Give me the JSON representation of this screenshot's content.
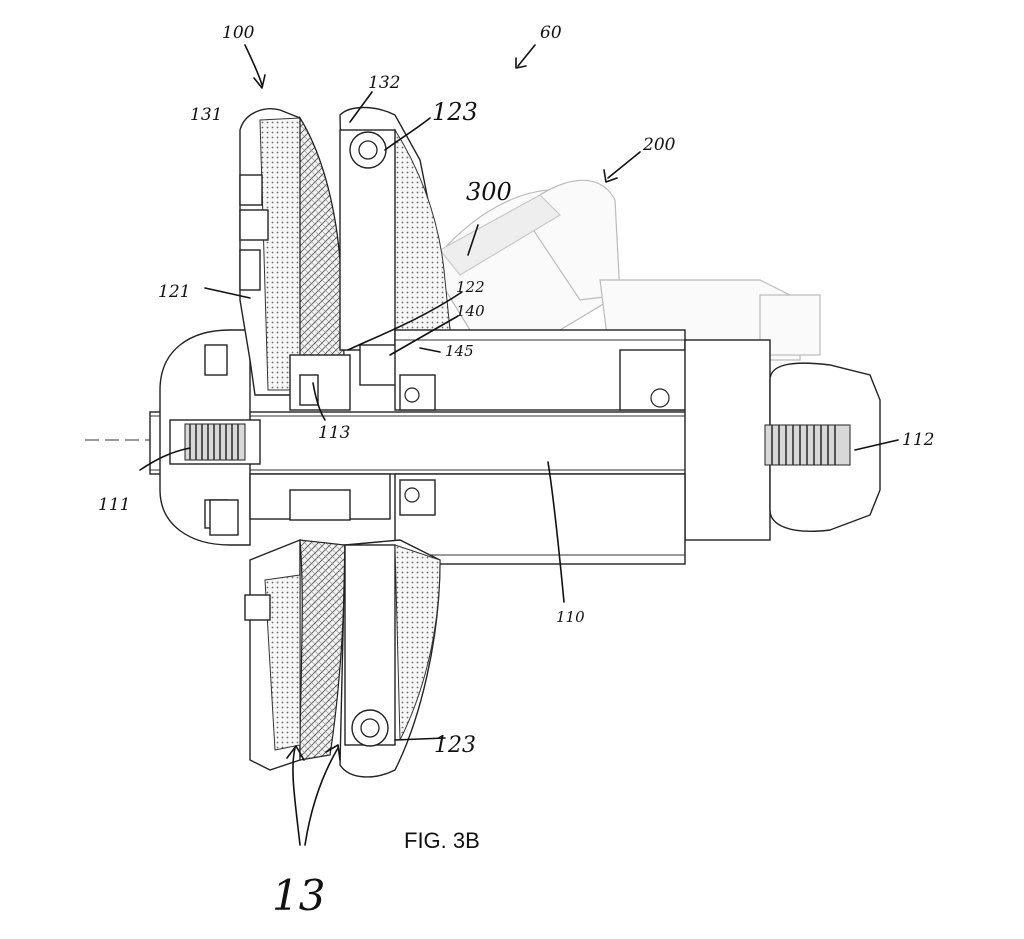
{
  "figure": {
    "caption": "FIG. 3B"
  },
  "labels": {
    "l100": "100",
    "l60": "60",
    "l131": "131",
    "l132": "132",
    "l123_top": "123",
    "l200": "200",
    "l300": "300",
    "l121": "121",
    "l122": "122",
    "l140": "140",
    "l145": "145",
    "l113": "113",
    "l111": "111",
    "l112": "112",
    "l110": "110",
    "l123_bottom": "123",
    "l13": "13"
  }
}
